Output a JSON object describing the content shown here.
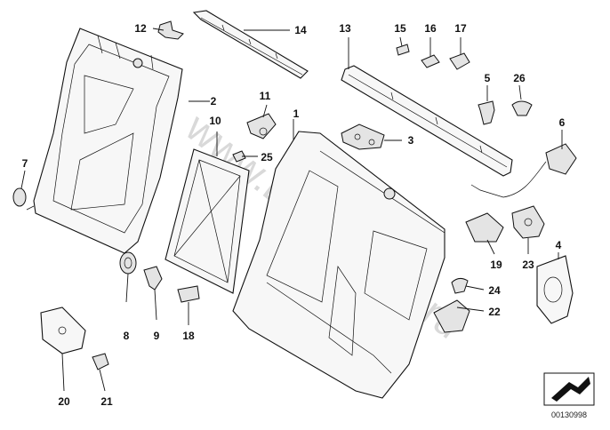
{
  "watermark": "www.BMWstore.ru",
  "diagram_ref": "00130998",
  "callouts": [
    {
      "id": "c1",
      "label": "1"
    },
    {
      "id": "c2",
      "label": "2"
    },
    {
      "id": "c3",
      "label": "3"
    },
    {
      "id": "c4",
      "label": "4"
    },
    {
      "id": "c5",
      "label": "5"
    },
    {
      "id": "c6",
      "label": "6"
    },
    {
      "id": "c7",
      "label": "7"
    },
    {
      "id": "c8",
      "label": "8"
    },
    {
      "id": "c9",
      "label": "9"
    },
    {
      "id": "c10",
      "label": "10"
    },
    {
      "id": "c11",
      "label": "11"
    },
    {
      "id": "c12",
      "label": "12"
    },
    {
      "id": "c13",
      "label": "13"
    },
    {
      "id": "c14",
      "label": "14"
    },
    {
      "id": "c15",
      "label": "15"
    },
    {
      "id": "c16",
      "label": "16"
    },
    {
      "id": "c17",
      "label": "17"
    },
    {
      "id": "c18",
      "label": "18"
    },
    {
      "id": "c19",
      "label": "19"
    },
    {
      "id": "c20",
      "label": "20"
    },
    {
      "id": "c21",
      "label": "21"
    },
    {
      "id": "c22",
      "label": "22"
    },
    {
      "id": "c23",
      "label": "23"
    },
    {
      "id": "c24",
      "label": "24"
    },
    {
      "id": "c25",
      "label": "25"
    },
    {
      "id": "c26",
      "label": "26"
    }
  ],
  "icons": {
    "view_direction": "arrow-view-icon"
  }
}
